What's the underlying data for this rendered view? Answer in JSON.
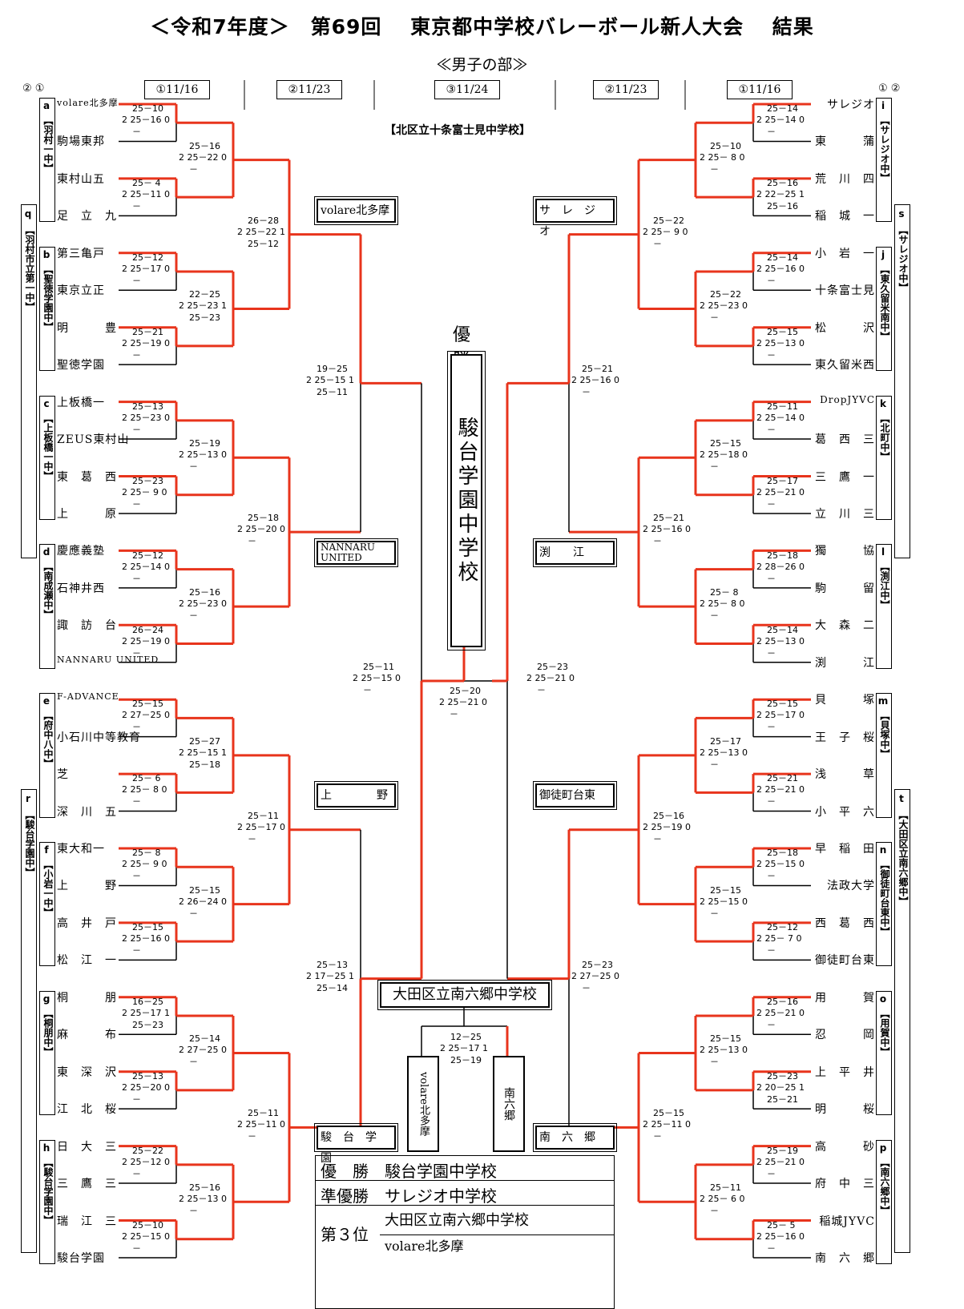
{
  "title": "＜令和7年度＞　第69回　 東京都中学校バレーボール新人大会 　結果",
  "subtitle": "≪男子の部≫",
  "venue": "【北区立十条富士見中学校】",
  "round_headers": [
    "①11/16",
    "②11/23",
    "③11/24",
    "②11/23",
    "①11/16"
  ],
  "col_marks": {
    "left": "②  ①",
    "right": "①  ②"
  },
  "colors": {
    "winner_line": "#e8341c",
    "line": "#000000"
  },
  "left_teams": [
    "volare北多摩",
    "駒場東邦",
    "東村山五",
    "足　立　九",
    "第三亀戸",
    "東京立正",
    "明　　　豊",
    "聖徳学園",
    "上板橋一",
    "ZEUS東村山",
    "東　葛　西",
    "上　　　原",
    "慶應義塾",
    "石神井西",
    "諏　訪　台",
    "NANNARU UNITED",
    "F-ADVANCE",
    "小石川中等教育",
    "芝",
    "深　川　五",
    "東大和一",
    "上　　　野",
    "高　井　戸",
    "松　江　一",
    "桐　　　朋",
    "麻　　　布",
    "東　深　沢",
    "江　北　桜",
    "日　大　三",
    "三　鷹　三",
    "瑞　江　三",
    "駿台学園"
  ],
  "right_teams": [
    "サレジオ",
    "東　　　蒲",
    "荒　川　四",
    "稲　城　一",
    "小　岩　一",
    "十条富士見",
    "松　　　沢",
    "東久留米西",
    "DropJYVC",
    "葛　西　三",
    "三　鷹　一",
    "立　川　三",
    "獨　　　協",
    "駒　　　留",
    "大　森　二",
    "渕　　　江",
    "貝　　　塚",
    "王　子　桜",
    "浅　　　草",
    "小　平　六",
    "早　稲　田",
    "法政大学",
    "西　葛　西",
    "御徒町台東",
    "用　　　賀",
    "忍　　　岡",
    "上　平　井",
    "明　　　桜",
    "高　　　砂",
    "府　中　三",
    "稲城JYVC",
    "南　六　郷"
  ],
  "left_groups": [
    {
      "letter": "a",
      "name": "【羽村一中】"
    },
    {
      "letter": "b",
      "name": "【聖徳学園中】"
    },
    {
      "letter": "c",
      "name": "【上板橋一中】"
    },
    {
      "letter": "d",
      "name": "【南成瀬中】"
    },
    {
      "letter": "e",
      "name": "【府中八中】"
    },
    {
      "letter": "f",
      "name": "【小岩一中】"
    },
    {
      "letter": "g",
      "name": "【桐朋中】"
    },
    {
      "letter": "h",
      "name": "【駿台学園中】"
    }
  ],
  "left_outer_groups": [
    {
      "letter": "q",
      "name": "【羽村市立第一中】"
    },
    {
      "letter": "r",
      "name": "【駿台学園中】"
    }
  ],
  "right_groups": [
    {
      "letter": "i",
      "name": "【サレジオ中】"
    },
    {
      "letter": "j",
      "name": "【東久留米南中】"
    },
    {
      "letter": "k",
      "name": "【北町中】"
    },
    {
      "letter": "l",
      "name": "【渕江中】"
    },
    {
      "letter": "m",
      "name": "【貝塚中】"
    },
    {
      "letter": "n",
      "name": "【御徒町台東中】"
    },
    {
      "letter": "o",
      "name": "【用賀中】"
    },
    {
      "letter": "p",
      "name": "【南六郷中】"
    }
  ],
  "right_outer_groups": [
    {
      "letter": "s",
      "name": "【サレジオ中】"
    },
    {
      "letter": "t",
      "name": "【大田区立南六郷中】"
    }
  ],
  "left_r1_scores": [
    [
      "25－10",
      "2 25－16 0",
      "－"
    ],
    [
      "25－ 4",
      "2 25－11 0",
      "－"
    ],
    [
      "25－12",
      "2 25－17 0",
      "－"
    ],
    [
      "25－21",
      "2 25－19 0",
      "－"
    ],
    [
      "25－13",
      "2 25－23 0",
      "－"
    ],
    [
      "25－23",
      "2 25－ 9 0",
      "－"
    ],
    [
      "25－12",
      "2 25－14 0",
      "－"
    ],
    [
      "26－24",
      "2 25－19 0",
      "－"
    ],
    [
      "25－15",
      "2 27－25 0",
      "－"
    ],
    [
      "25－ 6",
      "2 25－ 8 0",
      "－"
    ],
    [
      "25－ 8",
      "2 25－ 9 0",
      "－"
    ],
    [
      "25－15",
      "2 25－16 0",
      "－"
    ],
    [
      "16－25",
      "2 25－17 1",
      "25－23"
    ],
    [
      "25－13",
      "2 25－20 0",
      "－"
    ],
    [
      "25－22",
      "2 25－12 0",
      "－"
    ],
    [
      "25－10",
      "2 25－15 0",
      "－"
    ]
  ],
  "left_r2_scores": [
    [
      "25－16",
      "2 25－22 0",
      "－"
    ],
    [
      "22－25",
      "2 25－23 1",
      "25－23"
    ],
    [
      "25－19",
      "2 25－13 0",
      "－"
    ],
    [
      "25－16",
      "2 25－23 0",
      "－"
    ],
    [
      "25－27",
      "2 25－15 1",
      "25－18"
    ],
    [
      "25－15",
      "2 26－24 0",
      "－"
    ],
    [
      "25－14",
      "2 27－25 0",
      "－"
    ],
    [
      "25－16",
      "2 25－13 0",
      "－"
    ]
  ],
  "left_r3_scores": [
    [
      "26－28",
      "2 25－22 1",
      "25－12"
    ],
    [
      "25－18",
      "2 25－20 0",
      "－"
    ],
    [
      "25－11",
      "2 25－17 0",
      "－"
    ],
    [
      "25－11",
      "2 25－11 0",
      "－"
    ]
  ],
  "right_r1_scores": [
    [
      "25－14",
      "2 25－14 0",
      "－"
    ],
    [
      "25－16",
      "2 22－25 1",
      "25－16"
    ],
    [
      "25－14",
      "2 25－16 0",
      "－"
    ],
    [
      "25－15",
      "2 25－13 0",
      "－"
    ],
    [
      "25－11",
      "2 25－14 0",
      "－"
    ],
    [
      "25－17",
      "2 25－21 0",
      "－"
    ],
    [
      "25－18",
      "2 28－26 0",
      "－"
    ],
    [
      "25－14",
      "2 25－13 0",
      "－"
    ],
    [
      "25－15",
      "2 25－17 0",
      "－"
    ],
    [
      "25－21",
      "2 25－21 0",
      "－"
    ],
    [
      "25－18",
      "2 25－15 0",
      "－"
    ],
    [
      "25－12",
      "2 25－ 7 0",
      "－"
    ],
    [
      "25－16",
      "2 25－21 0",
      "－"
    ],
    [
      "25－23",
      "2 20－25 1",
      "25－21"
    ],
    [
      "25－19",
      "2 25－21 0",
      "－"
    ],
    [
      "25－ 5",
      "2 25－16 0",
      "－"
    ]
  ],
  "right_r2_scores": [
    [
      "25－10",
      "2 25－ 8 0",
      "－"
    ],
    [
      "25－22",
      "2 25－23 0",
      "－"
    ],
    [
      "25－15",
      "2 25－18 0",
      "－"
    ],
    [
      "25－ 8",
      "2 25－ 8 0",
      "－"
    ],
    [
      "25－17",
      "2 25－13 0",
      "－"
    ],
    [
      "25－15",
      "2 25－15 0",
      "－"
    ],
    [
      "25－15",
      "2 25－13 0",
      "－"
    ],
    [
      "25－11",
      "2 25－ 6 0",
      "－"
    ]
  ],
  "right_r3_scores": [
    [
      "25－22",
      "2 25－ 9 0",
      "－"
    ],
    [
      "25－21",
      "2 25－16 0",
      "－"
    ],
    [
      "25－16",
      "2 25－19 0",
      "－"
    ],
    [
      "25－15",
      "2 25－11 0",
      "－"
    ]
  ],
  "qf_scores": {
    "left_top": [
      "19－25",
      "2 25－15 1",
      "25－11"
    ],
    "left_bottom": [
      "25－13",
      "2 17－25 1",
      "25－14"
    ],
    "right_top": [
      "25－21",
      "2 25－16 0",
      "－"
    ],
    "right_bottom": [
      "25－23",
      "2 27－25 0",
      "－"
    ]
  },
  "sf_scores": {
    "left": [
      "25－11",
      "2 25－15 0",
      "－"
    ],
    "right": [
      "25－23",
      "2 25－21 0",
      "－"
    ]
  },
  "final_score": [
    "25－20",
    "2 25－21 0",
    "－"
  ],
  "third_score": [
    "12－25",
    "2 25－17 1",
    "25－19"
  ],
  "qf_winners": {
    "lt": "volare北多摩",
    "lb": "NANNARU UNITED",
    "lc": "上　　　　野",
    "ld": "駿　台　学　園",
    "rt": "サ　レ　ジ　オ",
    "rb": "渕　　江",
    "rc": "御徒町台東",
    "rd": "南　六　郷"
  },
  "champion_label": "優　勝",
  "champion": "駿台学園中学校",
  "third_place_school": "大田区立南六郷中学校",
  "third_left": "volare北多摩",
  "third_right": "南六郷",
  "summary": [
    {
      "k": "優　勝",
      "v": "駿台学園中学校"
    },
    {
      "k": "準優勝",
      "v": "サレジオ中学校"
    },
    {
      "k": "第３位",
      "v": "大田区立南六郷中学校",
      "v2": "volare北多摩"
    }
  ]
}
